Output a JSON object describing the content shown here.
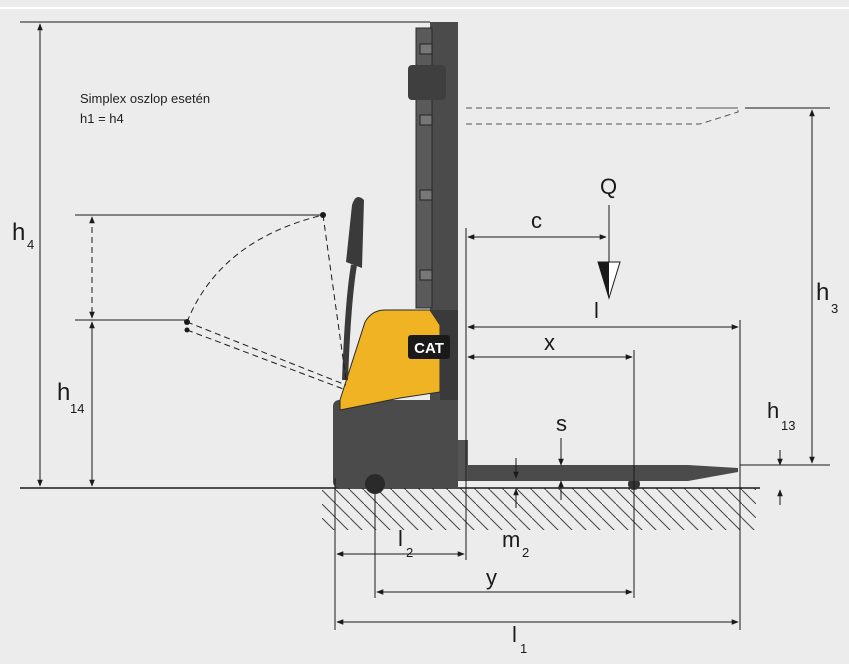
{
  "note": {
    "line1": "Simplex oszlop esetén",
    "line2": "h1 = h4"
  },
  "labels": {
    "h4": "h",
    "h4_sub": "4",
    "h14": "h",
    "h14_sub": "14",
    "h3": "h",
    "h3_sub": "3",
    "h13": "h",
    "h13_sub": "13",
    "Q": "Q",
    "c": "c",
    "l": "l",
    "x": "x",
    "s": "s",
    "l2": "l",
    "l2_sub": "2",
    "m2": "m",
    "m2_sub": "2",
    "y": "y",
    "l1": "l",
    "l1_sub": "1"
  },
  "logo": {
    "text": "CAT"
  },
  "colors": {
    "background": "#ececec",
    "truck_dark": "#4b4b4b",
    "truck_yellow": "#f0b323",
    "line": "#1a1a1a"
  }
}
